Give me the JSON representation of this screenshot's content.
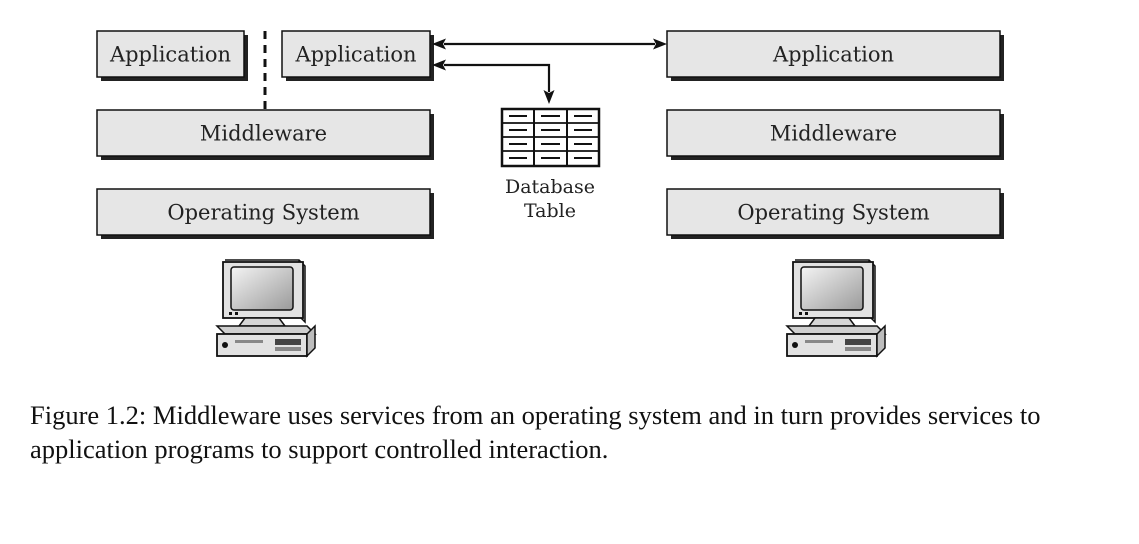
{
  "diagram": {
    "left_stack": {
      "app_left": "Application",
      "app_right": "Application",
      "middleware": "Middleware",
      "os": "Operating System"
    },
    "right_stack": {
      "app": "Application",
      "middleware": "Middleware",
      "os": "Operating System"
    },
    "database": {
      "line1": "Database",
      "line2": "Table"
    },
    "icons": {
      "left_computer": "desktop-computer-icon",
      "right_computer": "desktop-computer-icon",
      "database": "database-table-icon"
    },
    "colors": {
      "box_fill": "#e6e6e6",
      "shadow": "#222222",
      "line": "#111111"
    }
  },
  "caption": {
    "text": "Figure 1.2: Middleware uses services from an operating system and in turn provides services to application programs to support controlled interaction."
  }
}
